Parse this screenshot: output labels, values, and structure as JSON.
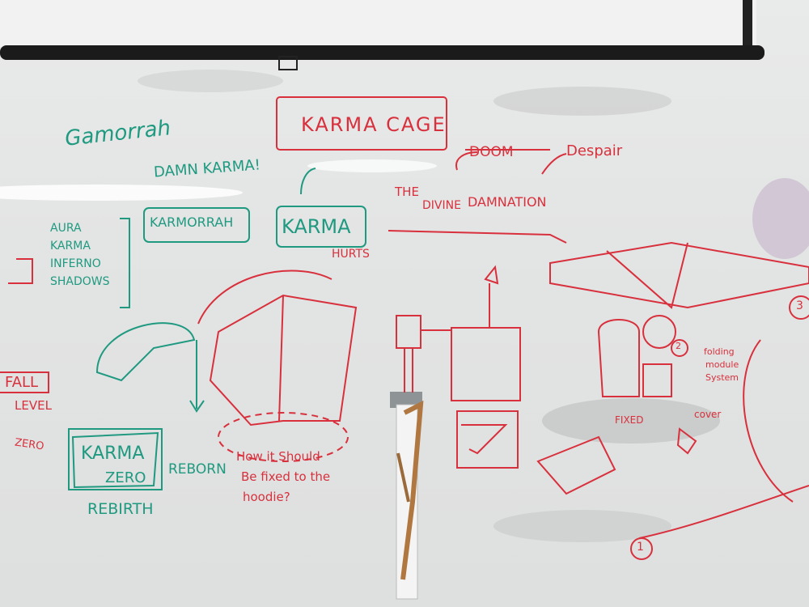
{
  "colors": {
    "marker_green": "#1f9a80",
    "marker_red": "#d8303c",
    "board": "#e6e7e7",
    "screen": "#f1f1f1",
    "roller": "#1b1b1b"
  },
  "board": {
    "gamorrah": "Gamorrah",
    "karma_cage": "KARMA CAGE",
    "damn_karma": "DAMN KARMA!",
    "doom": "DOOM",
    "despair": "Despair",
    "the": "THE",
    "divine": "DIVINE",
    "damnation": "DAMNATION",
    "karmorrah": "KARMORRAH",
    "karma": "KARMA",
    "hurts": "HURTS",
    "name_list": [
      "AURA",
      "KARMA",
      "INFERNO",
      "SHADOWS"
    ],
    "karma_zero_1": "KARMA",
    "karma_zero_2": "ZERO",
    "reborn": "REBORN",
    "rebirth": "REBIRTH",
    "fall": "FALL",
    "level": "LEVEL",
    "zero": "ZERO",
    "question": [
      "How it Should",
      "Be fixed to the",
      "hoodie?"
    ],
    "folding": [
      "folding",
      "module",
      "System"
    ],
    "fixed": "FIXED",
    "cover": "cover",
    "num_1": "1",
    "num_3": "3",
    "num_2": "2"
  }
}
